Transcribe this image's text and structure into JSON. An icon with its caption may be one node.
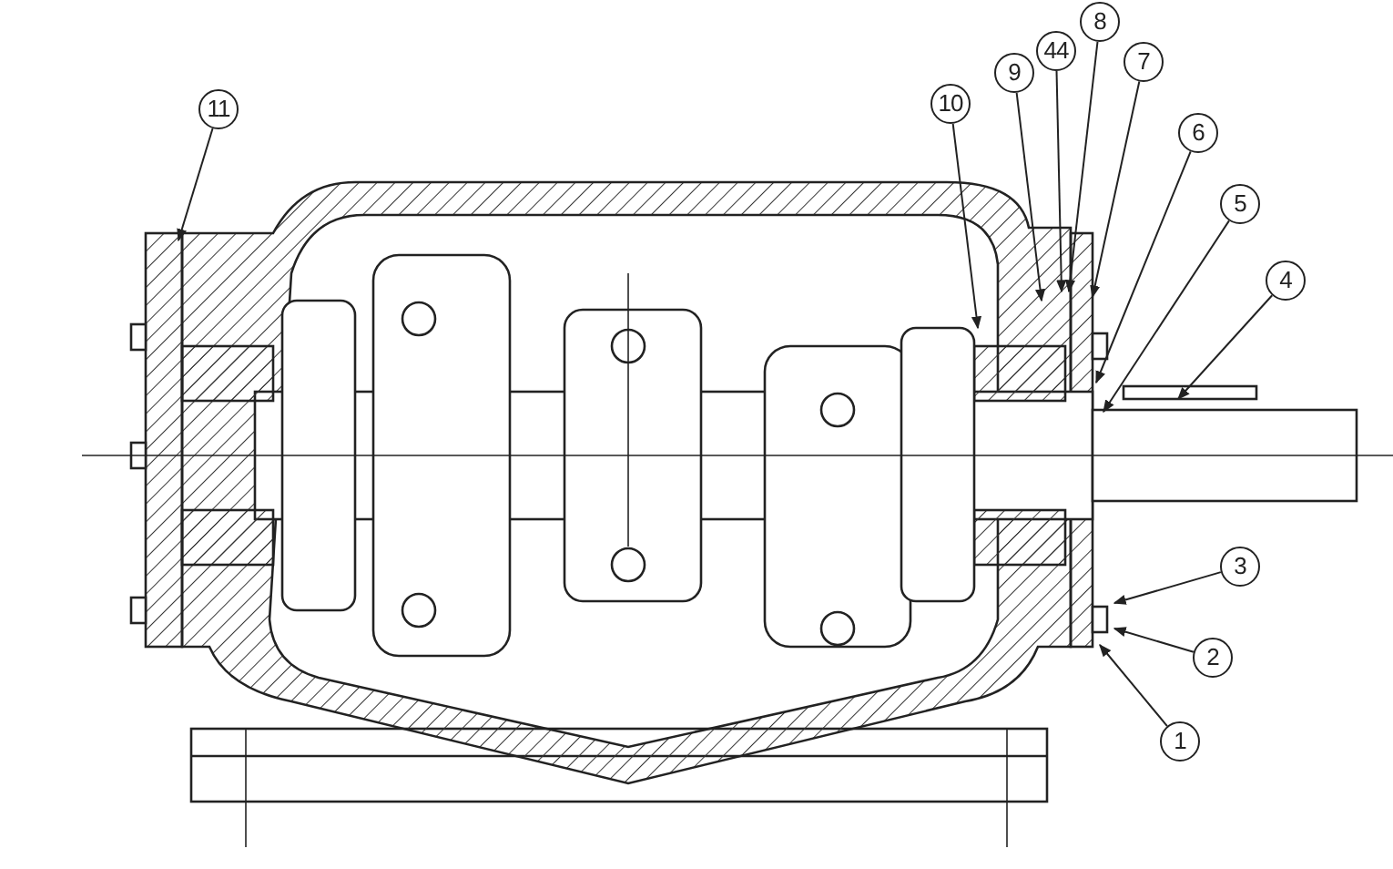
{
  "diagram": {
    "nodes": [
      {
        "text": [
          "11"
        ]
      },
      {
        "text": [
          "10"
        ]
      },
      {
        "text": [
          "9"
        ]
      },
      {
        "text": [
          "44"
        ]
      },
      {
        "text": [
          "8"
        ]
      },
      {
        "text": [
          "7"
        ]
      },
      {
        "text": [
          "6"
        ]
      },
      {
        "text": [
          "5"
        ]
      },
      {
        "text": [
          "4"
        ]
      },
      {
        "text": [
          "3"
        ]
      },
      {
        "text": [
          "2"
        ]
      },
      {
        "text": [
          "1"
        ]
      }
    ],
    "edges": [
      {
        "from": 0,
        "to": null,
        "arrow": "to"
      },
      {
        "from": 1,
        "to": null,
        "arrow": "to"
      },
      {
        "from": 2,
        "to": null,
        "arrow": "to"
      },
      {
        "from": 3,
        "to": null,
        "arrow": "to"
      },
      {
        "from": 4,
        "to": null,
        "arrow": "to"
      },
      {
        "from": 5,
        "to": null,
        "arrow": "to"
      },
      {
        "from": 6,
        "to": null,
        "arrow": "to"
      },
      {
        "from": 7,
        "to": null,
        "arrow": "to"
      },
      {
        "from": 8,
        "to": null,
        "arrow": "to"
      },
      {
        "from": 9,
        "to": null,
        "arrow": "to"
      },
      {
        "from": 10,
        "to": null,
        "arrow": "to"
      },
      {
        "from": 11,
        "to": null,
        "arrow": "to"
      }
    ]
  }
}
